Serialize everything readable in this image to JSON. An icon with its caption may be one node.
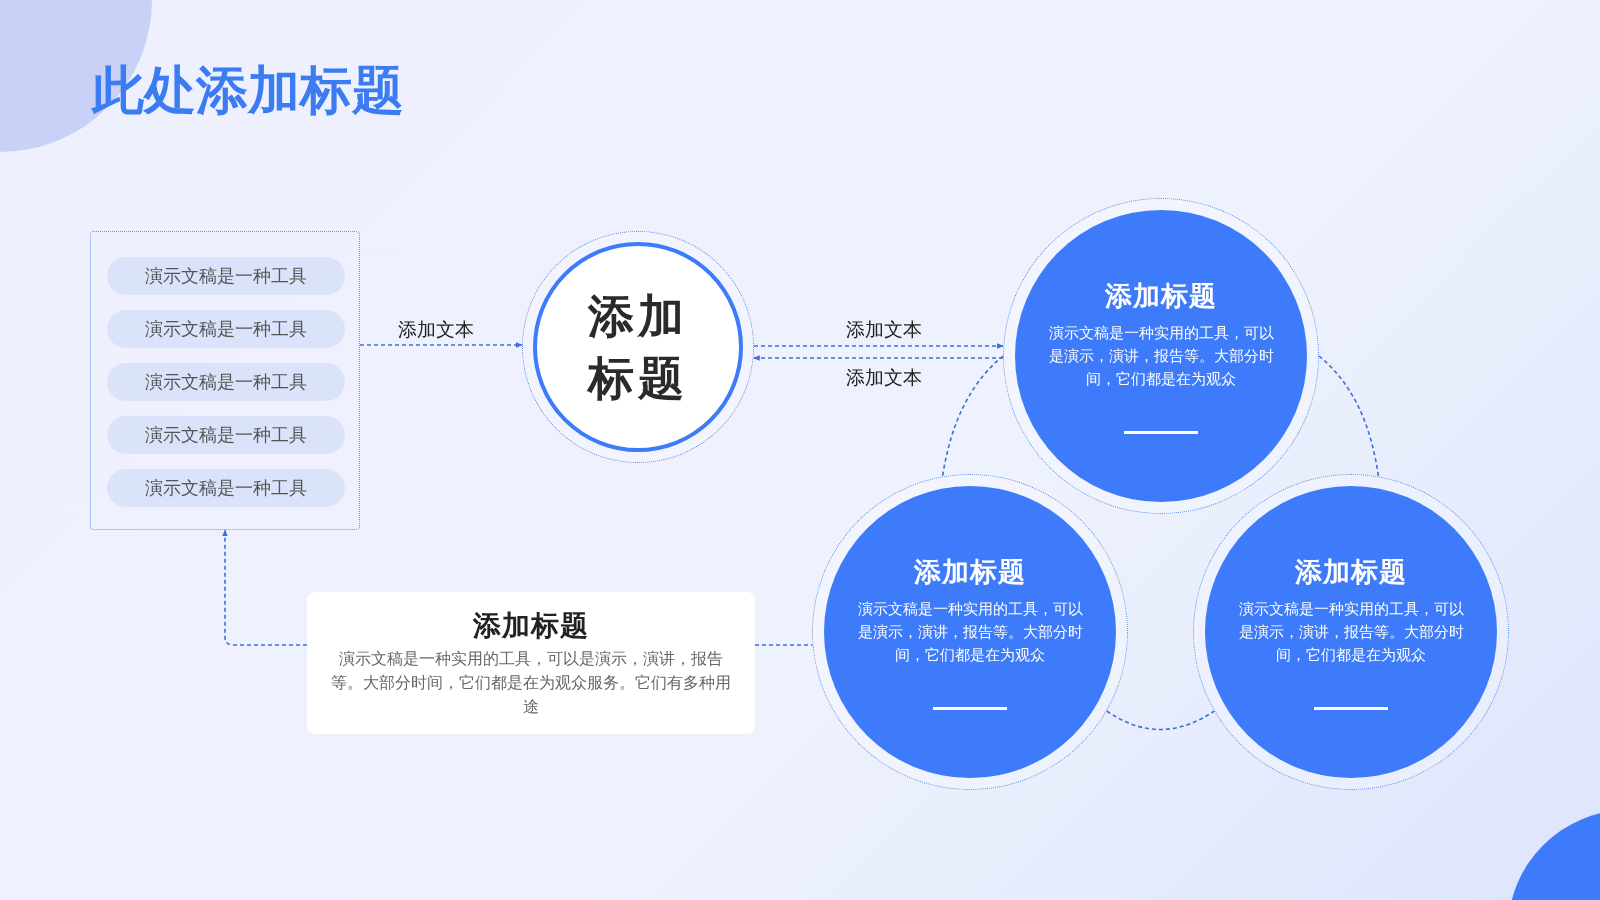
{
  "diagram": {
    "title": "此处添加标题",
    "nodes": [
      {
        "text": [],
        "shape": "box"
      },
      {
        "text": [
          "演示文稿是一种工具"
        ],
        "in": 0
      },
      {
        "text": [
          "演示文稿是一种工具"
        ],
        "in": 0
      },
      {
        "text": [
          "演示文稿是一种工具"
        ],
        "in": 0
      },
      {
        "text": [
          "演示文稿是一种工具"
        ],
        "in": 0
      },
      {
        "text": [
          "演示文稿是一种工具"
        ],
        "in": 0
      },
      {
        "text": [
          "添加标题"
        ]
      },
      {
        "text": [
          "添加标题",
          "演示文稿是一种实用的工具，可以是演示，演讲，报告等。大部分时间，它们都是在为观众"
        ]
      },
      {
        "text": [
          "添加标题",
          "演示文稿是一种实用的工具，可以是演示，演讲，报告等。大部分时间，它们都是在为观众"
        ]
      },
      {
        "text": [
          "添加标题",
          "演示文稿是一种实用的工具，可以是演示，演讲，报告等。大部分时间，它们都是在为观众"
        ]
      },
      {
        "text": [
          "添加标题",
          "演示文稿是一种实用的工具，可以是演示，演讲，报告等。大部分时间，它们都是在为观众服务。它们有多种用途"
        ]
      }
    ],
    "edges": [
      {
        "from": 0,
        "to": 6,
        "arrow": "to",
        "label": "添加文本",
        "style": "dashed"
      },
      {
        "from": 6,
        "to": 7,
        "arrow": "to",
        "label": "添加文本",
        "style": "dashed"
      },
      {
        "from": 7,
        "to": 6,
        "arrow": "to",
        "label": "添加文本",
        "style": "dashed"
      },
      {
        "from": 7,
        "to": 8,
        "arrow": "none",
        "style": "dashed"
      },
      {
        "from": 7,
        "to": 9,
        "arrow": "none",
        "style": "dashed"
      },
      {
        "from": 8,
        "to": 9,
        "arrow": "none",
        "style": "dashed"
      },
      {
        "from": 10,
        "to": 8,
        "arrow": "none",
        "style": "dashed"
      },
      {
        "from": 10,
        "to": 0,
        "arrow": "to",
        "style": "dashed"
      }
    ]
  }
}
